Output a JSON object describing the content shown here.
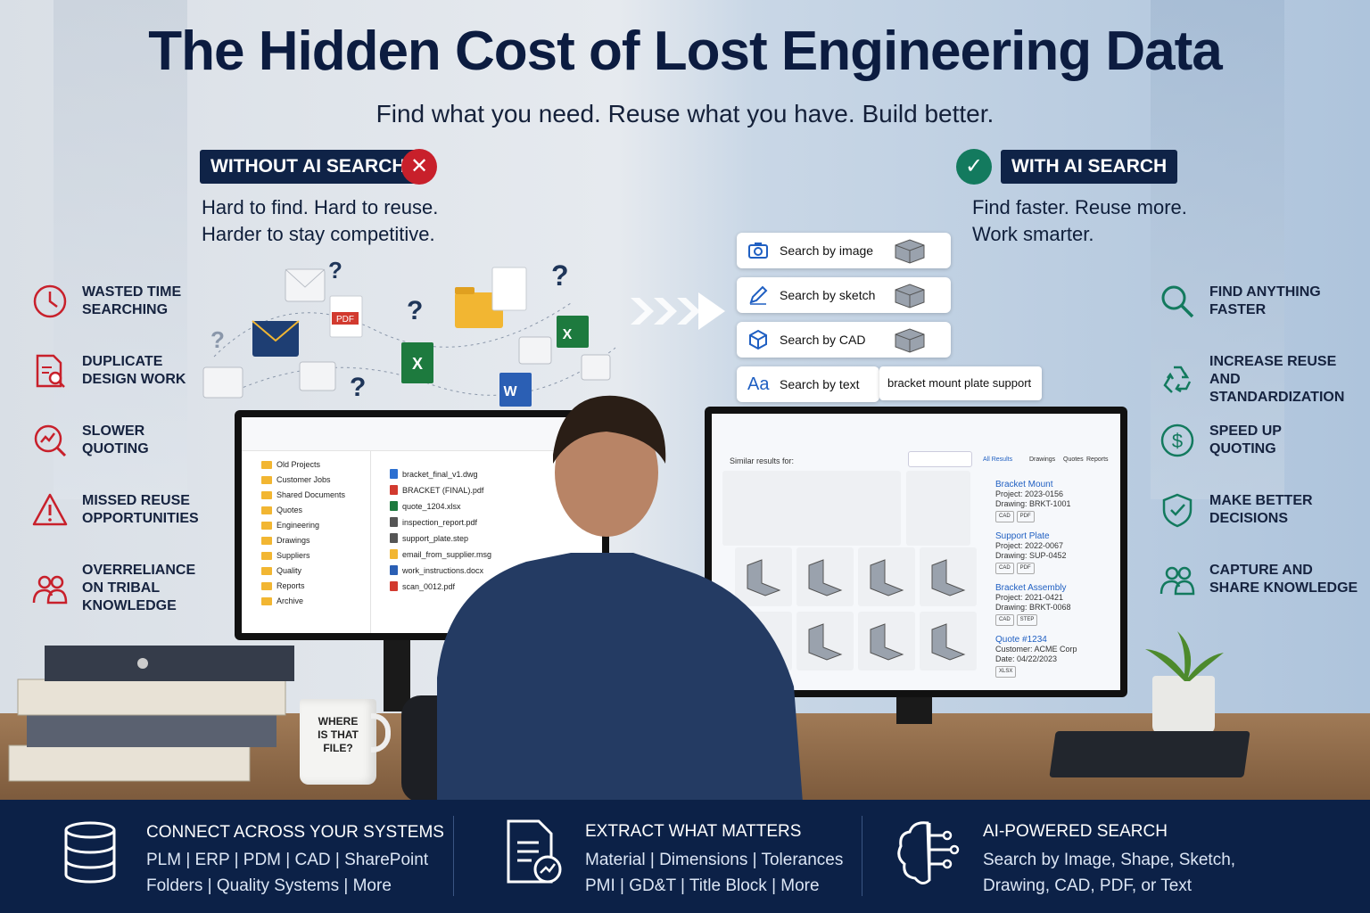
{
  "title": "The Hidden Cost of Lost Engineering Data",
  "subtitle": "Find what you need. Reuse what you have. Build better.",
  "without": {
    "tag": "WITHOUT AI SEARCH",
    "badge": "✕",
    "lead1": "Hard to find. Hard to reuse.",
    "lead2": "Harder to stay competitive.",
    "items": [
      {
        "icon": "clock-icon",
        "label": "WASTED TIME\nSEARCHING"
      },
      {
        "icon": "document-search-icon",
        "label": "DUPLICATE\nDESIGN WORK"
      },
      {
        "icon": "chart-search-icon",
        "label": "SLOWER\nQUOTING"
      },
      {
        "icon": "warning-icon",
        "label": "MISSED REUSE\nOPPORTUNITIES"
      },
      {
        "icon": "people-icon",
        "label": "OVERRELIANCE\nON TRIBAL\nKNOWLEDGE"
      }
    ],
    "accent": "#c8202b"
  },
  "with": {
    "tag": "WITH AI SEARCH",
    "badge": "✓",
    "lead1": "Find faster. Reuse more.",
    "lead2": "Work smarter.",
    "items": [
      {
        "icon": "magnifier-icon",
        "label": "FIND ANYTHING\nFASTER"
      },
      {
        "icon": "recycle-icon",
        "label": "INCREASE REUSE\nAND STANDARDIZATION"
      },
      {
        "icon": "dollar-icon",
        "label": "SPEED UP\nQUOTING"
      },
      {
        "icon": "shield-check-icon",
        "label": "MAKE BETTER\nDECISIONS"
      },
      {
        "icon": "people-icon",
        "label": "CAPTURE AND\nSHARE KNOWLEDGE"
      }
    ],
    "accent": "#137a5e"
  },
  "scattered": {
    "pdf_label": "PDF",
    "question": "?"
  },
  "search_modes": [
    {
      "icon": "camera-icon",
      "label": "Search by image"
    },
    {
      "icon": "pencil-icon",
      "label": "Search by sketch"
    },
    {
      "icon": "cube-icon",
      "label": "Search by CAD"
    },
    {
      "icon": "text-icon",
      "label": "Search by text",
      "glyph": "Aa",
      "query": "bracket mount plate support"
    }
  ],
  "explorer": {
    "folders": [
      "Old Projects",
      "Customer Jobs",
      "Shared Documents",
      "Quotes",
      "Engineering",
      "Drawings",
      "Suppliers",
      "Quality",
      "Reports",
      "Archive"
    ],
    "files": [
      {
        "name": "bracket_final_v1.dwg",
        "color": "#2c6fd1"
      },
      {
        "name": "BRACKET (FINAL).pdf",
        "color": "#d23a2f"
      },
      {
        "name": "quote_1204.xlsx",
        "color": "#1d7a3e"
      },
      {
        "name": "inspection_report.pdf",
        "color": "#555555"
      },
      {
        "name": "support_plate.step",
        "color": "#555555"
      },
      {
        "name": "email_from_supplier.msg",
        "color": "#f2b632"
      },
      {
        "name": "work_instructions.docx",
        "color": "#2b5fb4"
      },
      {
        "name": "scan_0012.pdf",
        "color": "#d23a2f"
      }
    ]
  },
  "results_app": {
    "similar_label": "Similar results for:",
    "tabs": [
      "All Results",
      "Drawings",
      "Quotes",
      "Reports"
    ],
    "results": [
      {
        "title": "Bracket Mount",
        "line1": "Project: 2023-0156",
        "line2": "Drawing: BRKT-1001",
        "chips": [
          "CAD",
          "PDF"
        ]
      },
      {
        "title": "Support Plate",
        "line1": "Project: 2022-0067",
        "line2": "Drawing: SUP-0452",
        "chips": [
          "CAD",
          "PDF"
        ]
      },
      {
        "title": "Bracket Assembly",
        "line1": "Project: 2021-0421",
        "line2": "Drawing: BRKT-0068",
        "chips": [
          "CAD",
          "STEP"
        ]
      },
      {
        "title": "Quote #1234",
        "line1": "Customer: ACME Corp",
        "line2": "Date: 04/22/2023",
        "chips": [
          "XLSX"
        ]
      }
    ]
  },
  "mug_text": "WHERE\nIS THAT\nFILE?",
  "bottom": [
    {
      "icon": "database-icon",
      "head": "CONNECT ACROSS YOUR SYSTEMS",
      "line1": "PLM  |  ERP  |  PDM  |  CAD  |  SharePoint",
      "line2": "Folders  |  Quality Systems  |  More"
    },
    {
      "icon": "document-chart-icon",
      "head": "EXTRACT WHAT MATTERS",
      "line1": "Material  |  Dimensions  |  Tolerances",
      "line2": "PMI  |  GD&T  |  Title Block  |  More"
    },
    {
      "icon": "brain-circuit-icon",
      "head": "AI-POWERED SEARCH",
      "line1": "Search by Image, Shape, Sketch,",
      "line2": "Drawing, CAD, PDF, or Text"
    }
  ]
}
